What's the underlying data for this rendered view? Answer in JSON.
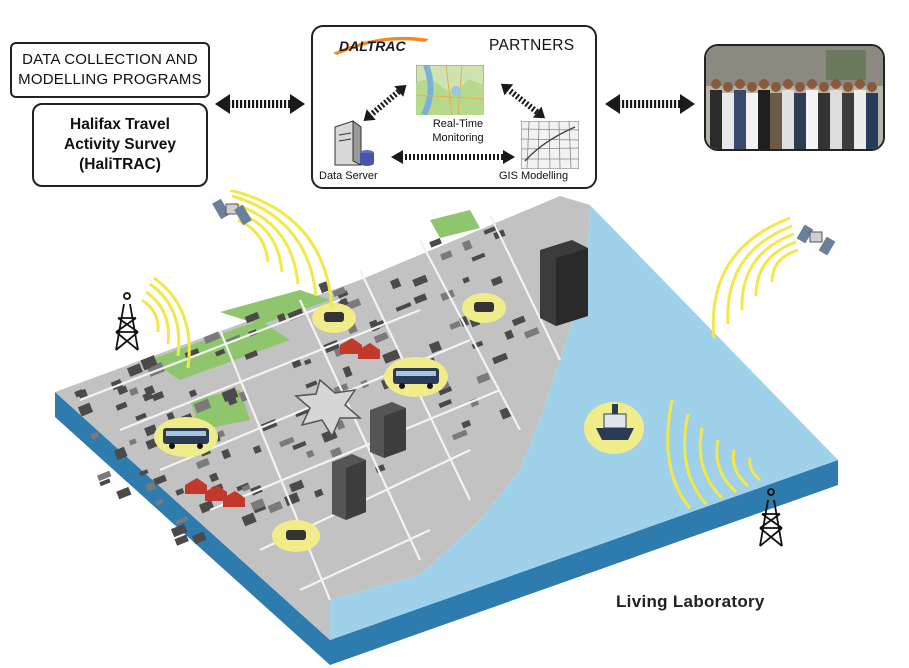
{
  "left_panel": {
    "programs_label": "DATA COLLECTION AND\nMODELLING PROGRAMS",
    "survey_label": "Halifax Travel\nActivity Survey\n(HaliTRAC)"
  },
  "partners_panel": {
    "logo_text": "DALTRAC",
    "title": "PARTNERS",
    "realtime_label": "Real-Time\nMonitoring",
    "data_server_label": "Data Server",
    "gis_label": "GIS Modelling"
  },
  "footer": {
    "living_lab_label": "Living Laboratory"
  },
  "colors": {
    "water": "#9fd2ea",
    "water_side": "#2e7bae",
    "signal": "#f3e84a",
    "highlight": "#f0ec8a",
    "park": "#8fc56c",
    "block_dark": "#4a4a4a",
    "block_light": "#c9c9c9",
    "roof": "#c0392b"
  },
  "icons": [
    "cell-tower-icon",
    "satellite-icon",
    "bus-icon",
    "car-icon",
    "ferry-icon",
    "server-icon",
    "map-icon",
    "grid-map-icon",
    "double-arrow-icon",
    "people-photo"
  ]
}
